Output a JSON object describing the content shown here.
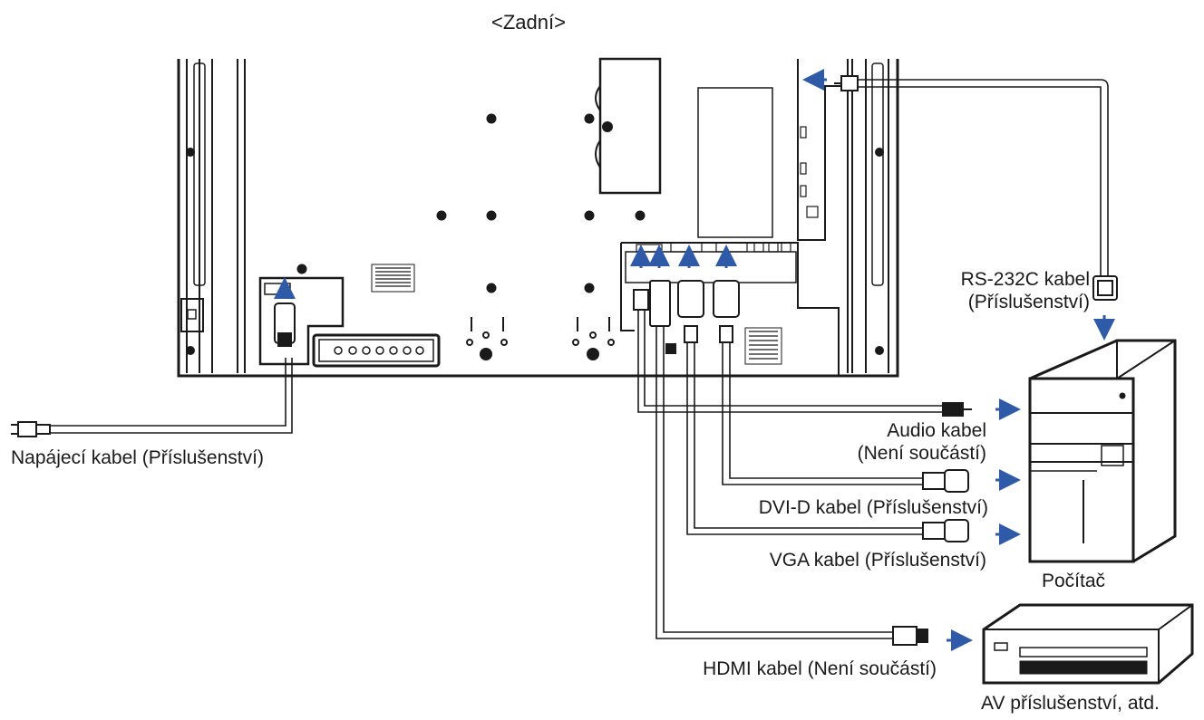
{
  "header": {
    "title": "<Zadní>"
  },
  "labels": {
    "power": "Napájecí kabel (Příslušenství)",
    "rs232_line1": "RS-232C kabel",
    "rs232_line2": "(Příslušenství)",
    "audio_line1": "Audio kabel",
    "audio_line2": "(Není součástí)",
    "dvi": "DVI-D kabel (Příslušenství)",
    "vga": "VGA kabel (Příslušenství)",
    "hdmi": "HDMI kabel (Není součástí)",
    "computer": "Počítač",
    "av": "AV příslušenství, atd."
  },
  "colors": {
    "arrow": "#2e5aa8",
    "line": "#1a1a1a",
    "cable_fill": "#ffffff"
  }
}
